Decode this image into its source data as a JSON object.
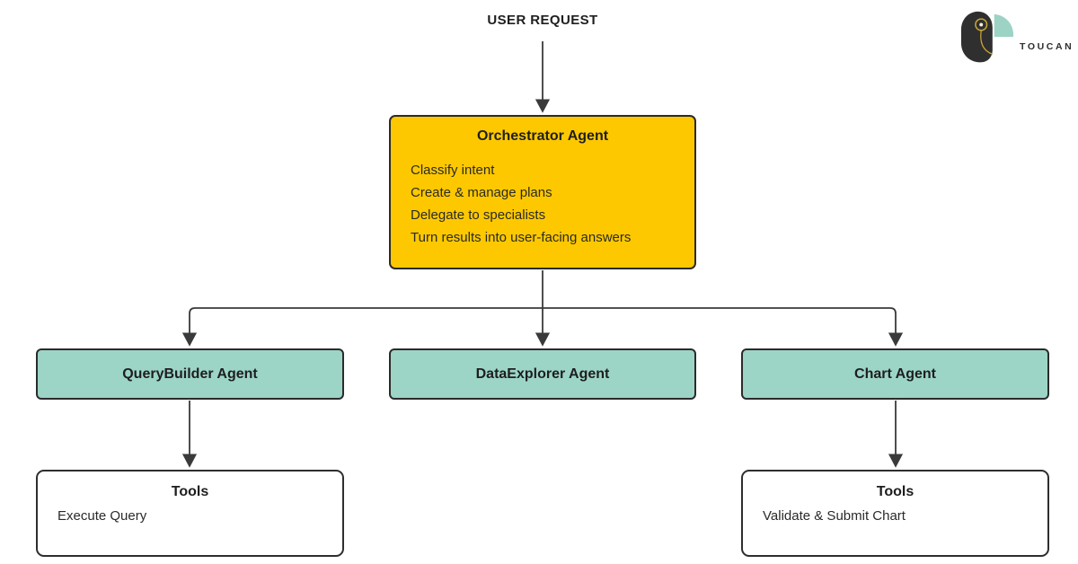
{
  "logo": {
    "brand": "TOUCAN"
  },
  "flow": {
    "user_request_label": "USER REQUEST",
    "orchestrator": {
      "title": "Orchestrator Agent",
      "items": [
        "Classify intent",
        "Create & manage plans",
        "Delegate to specialists",
        "Turn results into user-facing answers"
      ]
    },
    "agents": [
      {
        "title": "QueryBuilder Agent"
      },
      {
        "title": "DataExplorer Agent"
      },
      {
        "title": "Chart Agent"
      }
    ],
    "tools": [
      {
        "title": "Tools",
        "items": [
          "Execute Query"
        ]
      },
      {
        "title": "Tools",
        "items": [
          "Validate & Submit Chart"
        ]
      }
    ]
  },
  "colors": {
    "orchestrator_fill": "#FDC800",
    "agent_fill": "#9CD5C6",
    "box_border": "#2b2b2b",
    "connector": "#3a3a3a",
    "logo_dark": "#2f2f2f",
    "logo_teal": "#9CD3C4",
    "logo_gold": "#C9A437",
    "background": "#ffffff"
  }
}
